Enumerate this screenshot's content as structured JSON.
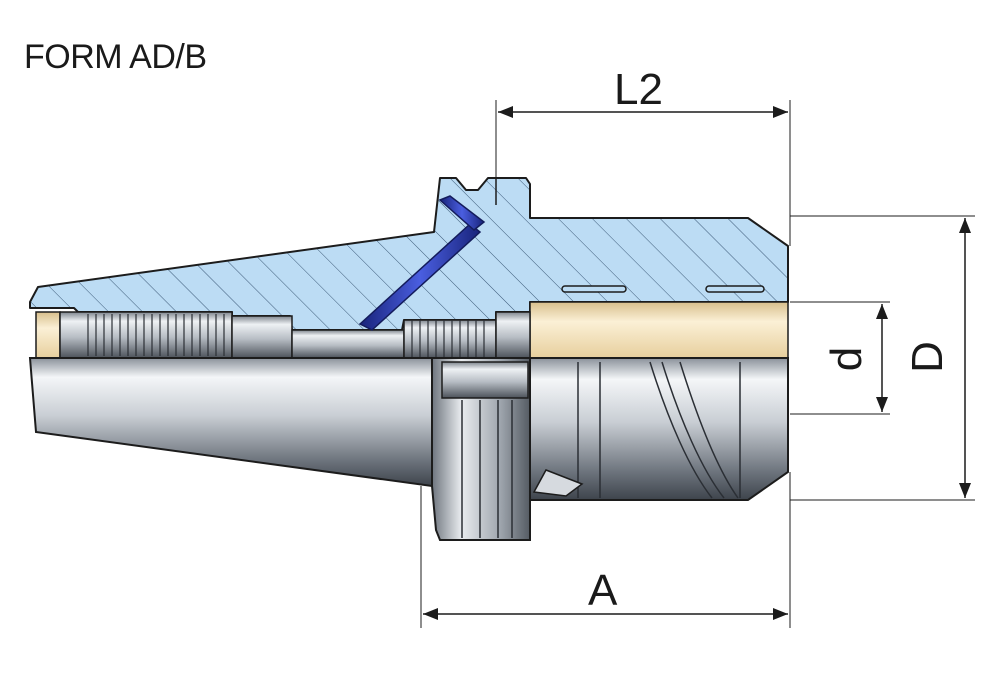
{
  "title": "FORM AD/B",
  "dimensions": {
    "l2": "L2",
    "a": "A",
    "d_small": "d",
    "d_big": "D"
  },
  "colors": {
    "section_fill": "#bcdcf4",
    "hatch": "#3c5a78",
    "outline": "#1c1c1c",
    "steel_light": "#eef1f5",
    "steel_dark": "#5f6670",
    "bore": "#f1dcae",
    "pin": "#2a3aa8"
  }
}
